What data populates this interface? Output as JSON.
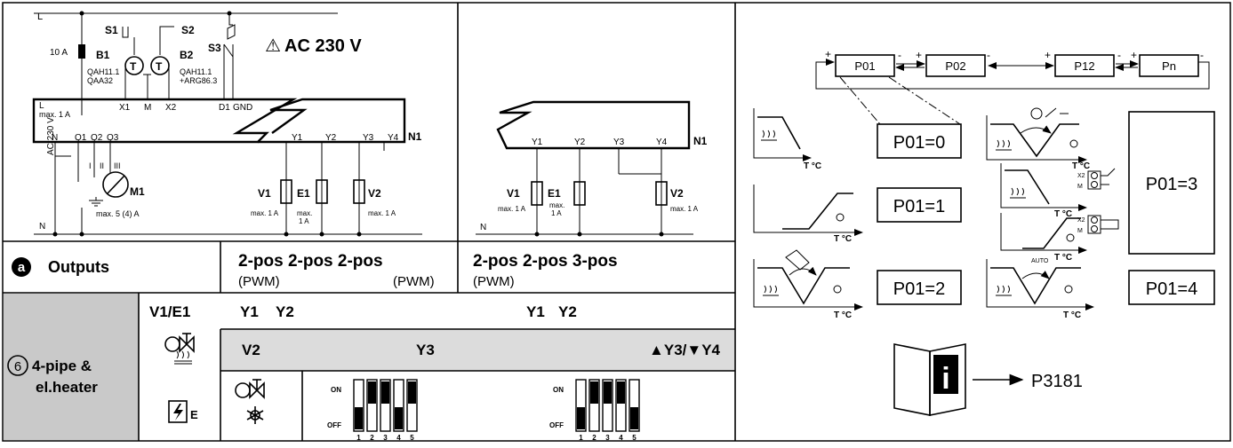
{
  "supply": {
    "L": "L",
    "N": "N",
    "fuse": "10 A",
    "voltage": "AC 230 V",
    "side_voltage": "AC 230 V"
  },
  "sensors": {
    "S1": "S1",
    "S2": "S2",
    "S3": "S3",
    "B1": "B1",
    "B2": "B2",
    "b1_desc_1": "QAH11.1",
    "b1_desc_2": "QAA32",
    "b2_desc_1": "QAH11.1",
    "b2_desc_2": "+ARG86.3"
  },
  "terminals": {
    "L": "L",
    "max_l": "max. 1 A",
    "X1": "X1",
    "M": "M",
    "X2": "X2",
    "D1": "D1",
    "GND": "GND",
    "N": "N",
    "Q1": "Q1",
    "Q2": "Q2",
    "Q3": "Q3",
    "I": "I",
    "II": "II",
    "III": "III",
    "M1": "M1",
    "max_m1": "max. 5 (4) A",
    "Y1": "Y1",
    "Y2": "Y2",
    "Y3": "Y3",
    "Y4": "Y4",
    "N1": "N1",
    "V1": "V1",
    "E1": "E1",
    "V2": "V2",
    "max_1a": "max. 1 A",
    "max": "max.",
    "one_a": "1 A"
  },
  "outputs": {
    "badge": "a",
    "label": "Outputs",
    "left_line1": "2-pos 2-pos 2-pos",
    "left_pwm_1": "(PWM)",
    "left_pwm_2": "(PWM)",
    "right_line1": "2-pos 2-pos  3-pos",
    "right_pwm": "(PWM)"
  },
  "app_table": {
    "number": "6",
    "name_line1": "4-pipe &",
    "name_line2": "el.heater",
    "col_v1e1": "V1/E1",
    "col_y1_left": "Y1",
    "col_y2_left": "Y2",
    "col_y1_right": "Y1",
    "col_y2_right": "Y2",
    "col_v2": "V2",
    "col_y3": "Y3",
    "col_y3y4": "▲Y3/▼Y4",
    "heater_letter": "E",
    "dip_on": "ON",
    "dip_off": "OFF",
    "dip_numbers": [
      "1",
      "2",
      "3",
      "4",
      "5"
    ],
    "dip_left_states": [
      "off",
      "on",
      "on",
      "off",
      "on"
    ],
    "dip_right_states": [
      "off",
      "on",
      "on",
      "on",
      "off"
    ]
  },
  "params": {
    "chain": [
      "P01",
      "P02",
      "P12",
      "Pn"
    ],
    "plus": "+",
    "minus": "-",
    "p01_0": "P01=0",
    "p01_1": "P01=1",
    "p01_2": "P01=2",
    "p01_3": "P01=3",
    "p01_4": "P01=4",
    "temp_label": "T °C",
    "x2": "X2",
    "m": "M",
    "auto": "AUTO",
    "reference": "P3181",
    "info_letter": "i"
  },
  "colors": {
    "gray_cell": "#c9c9c9",
    "light_gray": "#dcdcdc",
    "line": "#000000"
  }
}
